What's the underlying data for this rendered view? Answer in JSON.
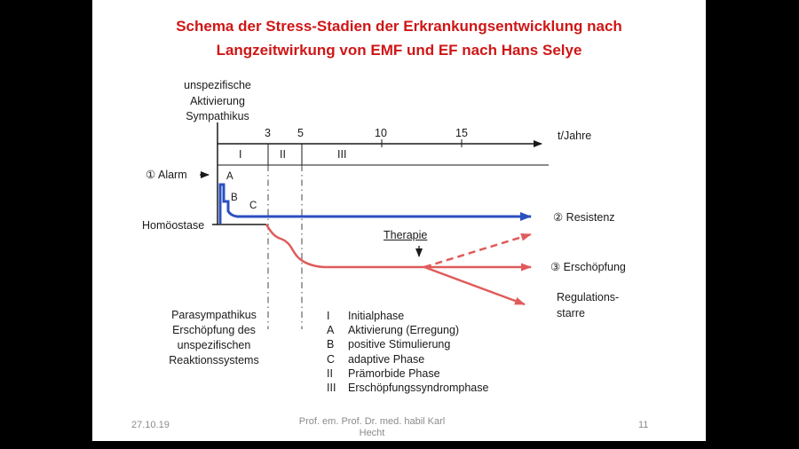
{
  "slide": {
    "title1": "Schema der Stress-Stadien der Erkrankungsentwicklung nach",
    "title2": "Langzeitwirkung von EMF und EF nach Hans Selye"
  },
  "diagram": {
    "y_axis_lines": [
      "unspezifische",
      "Aktivierung",
      "Sympathikus"
    ],
    "x_axis_label": "t/Jahre",
    "x_ticks": [
      "3",
      "5",
      "10",
      "15"
    ],
    "phases": [
      "I",
      "II",
      "III"
    ],
    "alarm_label": "① Alarm",
    "point_labels": {
      "a": "A",
      "b": "B",
      "c": "C"
    },
    "homeostase_label": "Homöostase",
    "resistenz_label": "② Resistenz",
    "therapie_label": "Therapie",
    "erschoepfung_label": "③ Erschöpfung",
    "regulationsstarre": [
      "Regulations-",
      "starre"
    ],
    "bottom_left_lines": [
      "Parasympathikus",
      "Erschöpfung des",
      "unspezifischen",
      "Reaktionssystems"
    ],
    "legend": [
      {
        "key": "I",
        "text": "Initialphase"
      },
      {
        "key": "A",
        "text": "Aktivierung (Erregung)"
      },
      {
        "key": "B",
        "text": "positive Stimulierung"
      },
      {
        "key": "C",
        "text": "adaptive Phase"
      },
      {
        "key": "II",
        "text": "Prämorbide Phase"
      },
      {
        "key": "III",
        "text": "Erschöpfungssyndromphase"
      }
    ]
  },
  "footer": {
    "date": "27.10.19",
    "author_line1": "Prof. em. Prof. Dr. med. habil Karl",
    "author_line2": "Hecht",
    "page": "11"
  },
  "colors": {
    "title_red": "#cf1616",
    "resistenz_blue": "#2b50c0",
    "stress_red": "#e05b5b",
    "ink": "#1a1a1a",
    "footer_gray": "#8b8b8b"
  }
}
